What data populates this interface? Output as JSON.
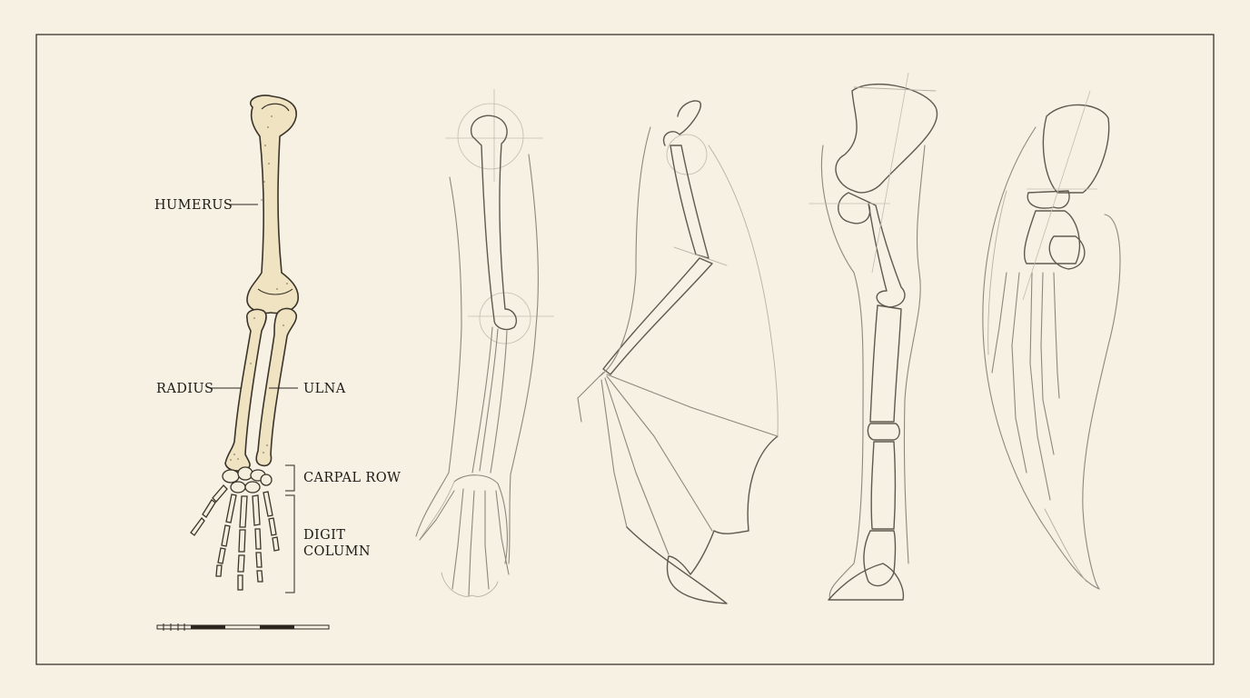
{
  "figure": {
    "labels": {
      "humerus": "HUMERUS",
      "radius": "RADIUS",
      "ulna": "ULNA",
      "carpal_row": "CARPAL ROW",
      "digit_line1": "DIGIT",
      "digit_line2": "COLUMN"
    },
    "colors": {
      "paper": "#f6f1e3",
      "frame": "#2a261f",
      "bone_fill": "#efe3c2",
      "bone_outline": "#3a342a",
      "sketch": "#8e887c"
    },
    "sketches": [
      "human-arm-sketch",
      "bat-wing-sketch",
      "horse-leg-sketch",
      "whale-flipper-sketch"
    ]
  }
}
